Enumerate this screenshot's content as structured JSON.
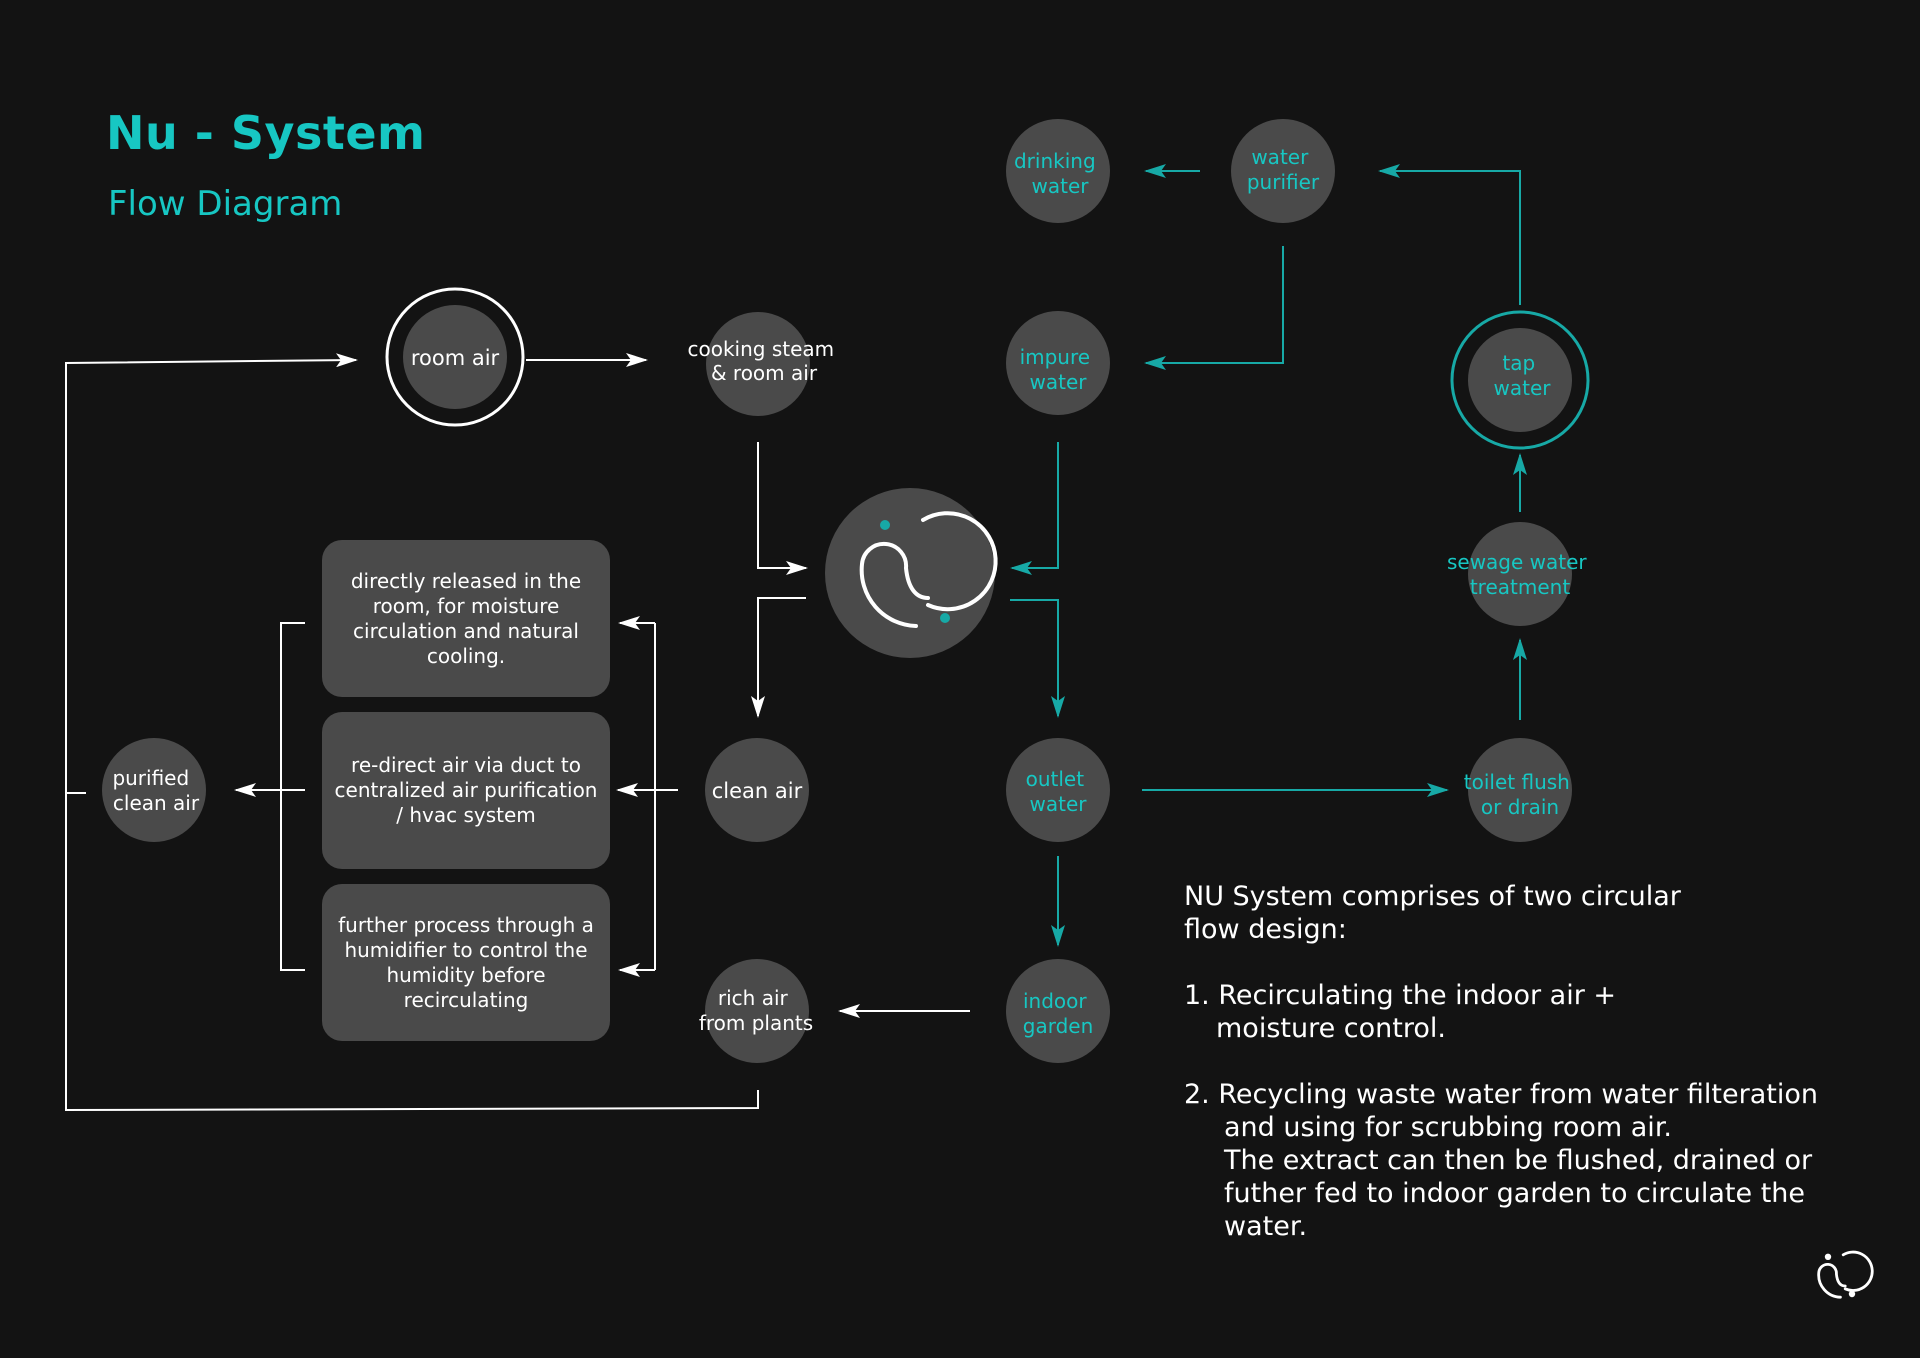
{
  "header": {
    "title": "Nu - System",
    "subtitle": "Flow Diagram"
  },
  "nodes": {
    "room_air": "room air",
    "cooking_steam": [
      "cooking steam",
      "& room air"
    ],
    "clean_air": "clean air",
    "rich_air": [
      "rich air",
      "from plants"
    ],
    "purified_clean_air": [
      "purified",
      "clean air"
    ],
    "drinking_water": [
      "drinking",
      "water"
    ],
    "water_purifier": [
      "water",
      "purifier"
    ],
    "impure_water": [
      "impure",
      "water"
    ],
    "tap_water": [
      "tap",
      "water"
    ],
    "sewage_water_treatment": [
      "sewage water",
      "treatment"
    ],
    "toilet_flush": [
      "toilet flush",
      "or drain"
    ],
    "outlet_water": [
      "outlet",
      "water"
    ],
    "indoor_garden": [
      "indoor",
      "garden"
    ]
  },
  "option_boxes": [
    "directly released in the room, for moisture circulation and natural cooling.",
    "re-direct air via duct to centralized air purification / hvac system",
    "further process through a humidifier to control the humidity before recirculating"
  ],
  "notes": {
    "intro_line1": "NU System comprises of two circular",
    "intro_line2": "flow design:",
    "point1_line1": "1.  Recirculating the indoor air +",
    "point1_line2": "moisture control.",
    "point2_line1": "2.  Recycling waste water from water filteration",
    "point2_line2": "and using for scrubbing room air.",
    "point2_line3": "The extract can then be flushed, drained or",
    "point2_line4": "futher fed to indoor garden to circulate the",
    "point2_line5": "water."
  },
  "colors": {
    "background": "#131313",
    "node_fill": "#4a4a4a",
    "white_line": "#ffffff",
    "teal": "#17a9a6",
    "teal_text": "#17c7c3"
  },
  "icons": {
    "center": "nu-logo-icon",
    "corner": "nu-logo-icon"
  }
}
